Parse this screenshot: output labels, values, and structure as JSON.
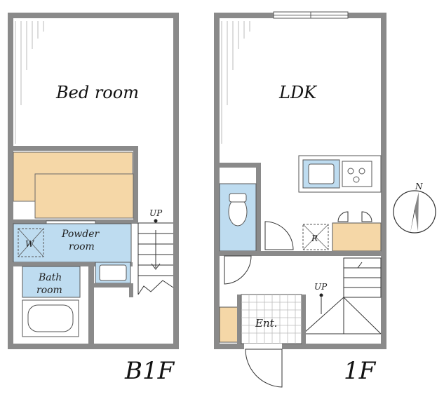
{
  "floors": {
    "basement": {
      "name": "B1F",
      "rooms": {
        "bedroom": "Bed room",
        "powder_room_line1": "Powder",
        "powder_room_line2": "room",
        "bath_room_line1": "Bath",
        "bath_room_line2": "room",
        "washer": "W",
        "stairs": "UP"
      }
    },
    "ground": {
      "name": "1F",
      "rooms": {
        "ldk": "LDK",
        "fridge": "R",
        "entrance": "Ent.",
        "stairs": "UP"
      }
    }
  },
  "compass": {
    "north": "N"
  },
  "colors": {
    "wall": "#8a8a8a",
    "storage": "#f5d7a7",
    "wet_area": "#bedcf0",
    "line": "#333333"
  }
}
